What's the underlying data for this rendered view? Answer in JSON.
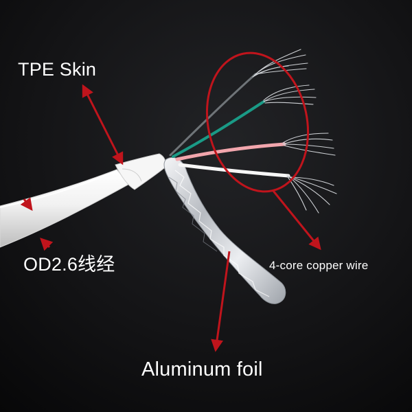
{
  "labels": {
    "tpe_skin": "TPE Skin",
    "od": "OD2.6线经",
    "copper_wire": "4-core copper wire",
    "aluminum_foil": "Aluminum foil"
  },
  "colors": {
    "background": "#0f0f10",
    "annotation_arrow": "#c0141c",
    "cable_jacket": "#f4f4f4",
    "wire_gray": "#6f7478",
    "wire_green": "#1a9a86",
    "wire_pink": "#f2a6ad",
    "wire_white": "#f7f7f7",
    "foil": "#d8dadd"
  },
  "icons": {
    "cable": "usb-cable-photo",
    "arrow": "red-annotation-arrow",
    "highlight": "red-ellipse"
  }
}
